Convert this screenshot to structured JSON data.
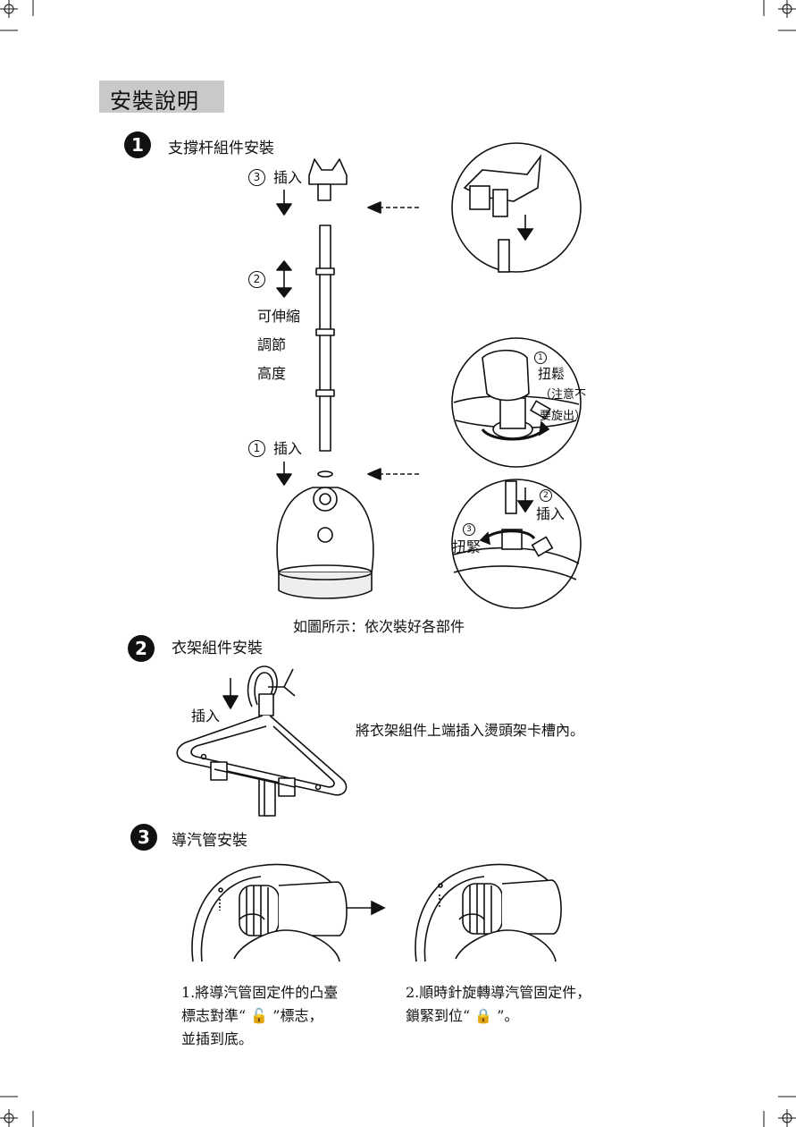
{
  "header": {
    "title": "安裝說明"
  },
  "step1": {
    "number": "1",
    "title": "支撐杆組件安裝",
    "label_insert_top": "插入",
    "label_insert_top_num": "3",
    "label_adjust_num": "2",
    "label_adjust_lines": [
      "可伸縮",
      "調節",
      "高度"
    ],
    "label_insert_bottom": "插入",
    "label_insert_bottom_num": "1",
    "detail_loosen_num": "1",
    "detail_loosen": "扭鬆",
    "detail_loosen_note_1": "（注意不",
    "detail_loosen_note_2": "要旋出）",
    "detail_insert_num": "2",
    "detail_insert": "插入",
    "detail_tighten_num": "3",
    "detail_tighten": "扭緊",
    "caption": "如圖所示：依次裝好各部件"
  },
  "step2": {
    "number": "2",
    "title": "衣架組件安裝",
    "label_insert": "插入",
    "description": "將衣架組件上端插入燙頭架卡槽內。"
  },
  "step3": {
    "number": "3",
    "title": "導汽管安裝",
    "note_left": [
      "1.將導汽管固定件的凸臺",
      "標志對準“ 🔓 ”標志，",
      "並插到底。"
    ],
    "note_right": [
      "2.順時針旋轉導汽管固定件，",
      "鎖緊到位“ 🔒 ”。"
    ]
  }
}
